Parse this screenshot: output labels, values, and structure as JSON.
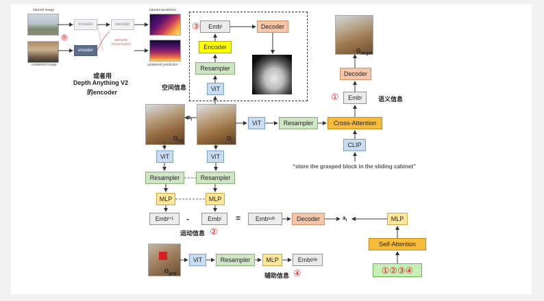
{
  "top_left_panel": {
    "labeled_image": "labeled image",
    "unlabeled_image": "unlabeled image",
    "encoder_top": "encoder",
    "encoder_bottom": "encoder",
    "decoder": "decoder",
    "semantic_preservation": "semantic preservation",
    "labeled_prediction": "labeled prediction",
    "unlabeled_prediction": "unlabeled prediction",
    "s_symbol": "S"
  },
  "caption_depth": [
    "或者用",
    "Depth Anything V2",
    "的encoder"
  ],
  "spatial_label": "空间信息",
  "semantic_label": "语义信息",
  "motion_label": "运动信息",
  "aux_label": "辅助信息",
  "circled": {
    "one": "①",
    "two": "②",
    "three": "③",
    "four": "④",
    "all": "①②③④"
  },
  "boxes": {
    "emb": "Emb",
    "emb_sub_i": "i",
    "emb_sub_i1": "i+1",
    "emb_sub_sub": "sub",
    "emb_sub_grip": "grip",
    "decoder": "Decoder",
    "encoder": "Encoder",
    "resampler": "Resampler",
    "vit": "ViT",
    "mlp": "MLP",
    "cross_attention": "Cross-Attention",
    "self_attention": "Self-Attention",
    "clip": "CLIP"
  },
  "obs": {
    "o_i": "O",
    "o_i_sub": "i",
    "o_i1": "O",
    "o_i1_sub": "i+1",
    "o_target": "O",
    "o_target_sub": "target",
    "o_grip": "O",
    "o_grip_sub": "grip"
  },
  "action_ai": "a",
  "action_ai_sub": "i",
  "minus": "-",
  "equals": "=",
  "instruction": "“store the grasped block in the sliding cabinet”"
}
